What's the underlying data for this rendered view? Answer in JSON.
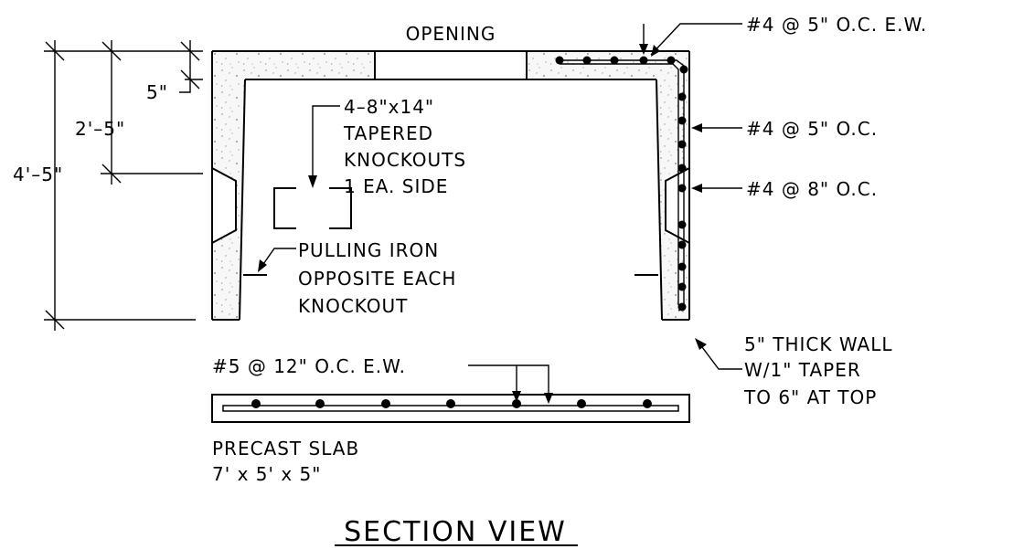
{
  "title": "SECTION VIEW",
  "labels": {
    "opening": "OPENING",
    "rebar_top": "#4 @ 5\" O.C. E.W.",
    "rebar_wall_5": "#4 @ 5\" O.C.",
    "rebar_wall_8": "#4 @ 8\" O.C.",
    "knockouts": [
      "4–8\"x14\"",
      "TAPERED",
      "KNOCKOUTS",
      "1 EA. SIDE"
    ],
    "pulling_iron": [
      "PULLING IRON",
      "OPPOSITE EACH",
      "KNOCKOUT"
    ],
    "wall": [
      "5\" THICK WALL",
      "W/1\" TAPER",
      "TO 6\" AT TOP"
    ],
    "slab_rebar": "#5 @ 12\" O.C. E.W.",
    "slab": [
      "PRECAST SLAB",
      "7' x 5' x 5\""
    ]
  },
  "dimensions": {
    "top_thickness": "5\"",
    "knockout_height": "2'–5\"",
    "total_height": "4'–5\""
  }
}
